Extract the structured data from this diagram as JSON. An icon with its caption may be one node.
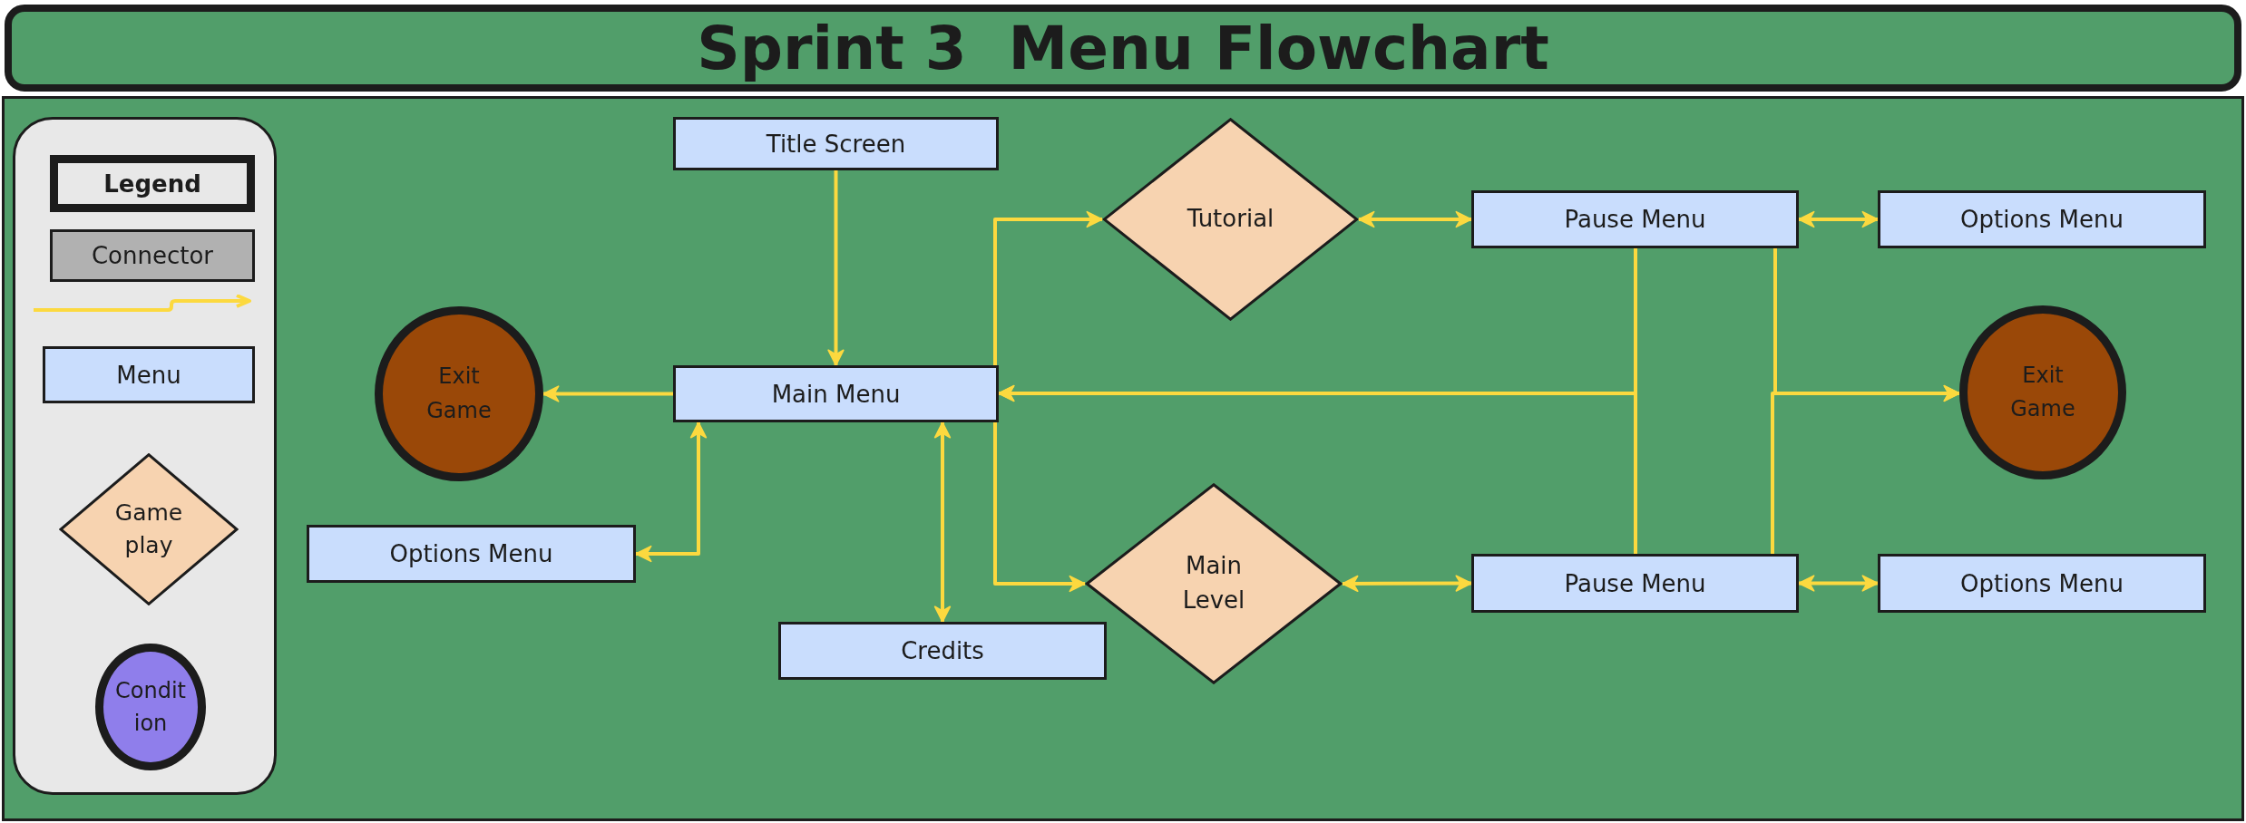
{
  "diagram": {
    "title": "Sprint 3  Menu Flowchart",
    "nodes": [
      {
        "text": [
          "Title Screen"
        ]
      },
      {
        "text": [
          "Main Menu"
        ]
      },
      {
        "text": [
          "Exit Game"
        ]
      },
      {
        "text": [
          "Options Menu"
        ]
      },
      {
        "text": [
          "Credits"
        ]
      },
      {
        "text": [
          "Tutorial"
        ]
      },
      {
        "text": [
          "Main Level"
        ]
      },
      {
        "text": [
          "Pause Menu"
        ]
      },
      {
        "text": [
          "Options Menu"
        ]
      },
      {
        "text": [
          "Exit Game"
        ]
      },
      {
        "text": [
          "Pause Menu"
        ]
      },
      {
        "text": [
          "Options Menu"
        ]
      }
    ],
    "edges": [
      {
        "from": 0,
        "to": 1,
        "arrow": "to"
      },
      {
        "from": 1,
        "to": 2,
        "arrow": "to"
      },
      {
        "from": 1,
        "to": 3,
        "arrow": "both"
      },
      {
        "from": 1,
        "to": 4,
        "arrow": "both"
      },
      {
        "from": 1,
        "to": 5,
        "arrow": "to"
      },
      {
        "from": 1,
        "to": 6,
        "arrow": "to"
      },
      {
        "from": 5,
        "to": 7,
        "arrow": "both"
      },
      {
        "from": 6,
        "to": 10,
        "arrow": "both"
      },
      {
        "from": 7,
        "to": 8,
        "arrow": "both"
      },
      {
        "from": 10,
        "to": 11,
        "arrow": "both"
      },
      {
        "from": 7,
        "to": 1,
        "arrow": "to"
      },
      {
        "from": 10,
        "to": 1,
        "arrow": "to"
      },
      {
        "from": 7,
        "to": 9,
        "arrow": "to"
      },
      {
        "from": 10,
        "to": 9,
        "arrow": "to"
      }
    ],
    "labels": [
      "Legend"
    ],
    "legend": [
      {
        "text": "Connector"
      },
      {
        "text": "Menu",
        "color": "#c9ddfd"
      },
      {
        "text": "Game play",
        "color": "#f7d3b0"
      },
      {
        "text": "Condition",
        "color": "#8f7eeb"
      }
    ]
  }
}
